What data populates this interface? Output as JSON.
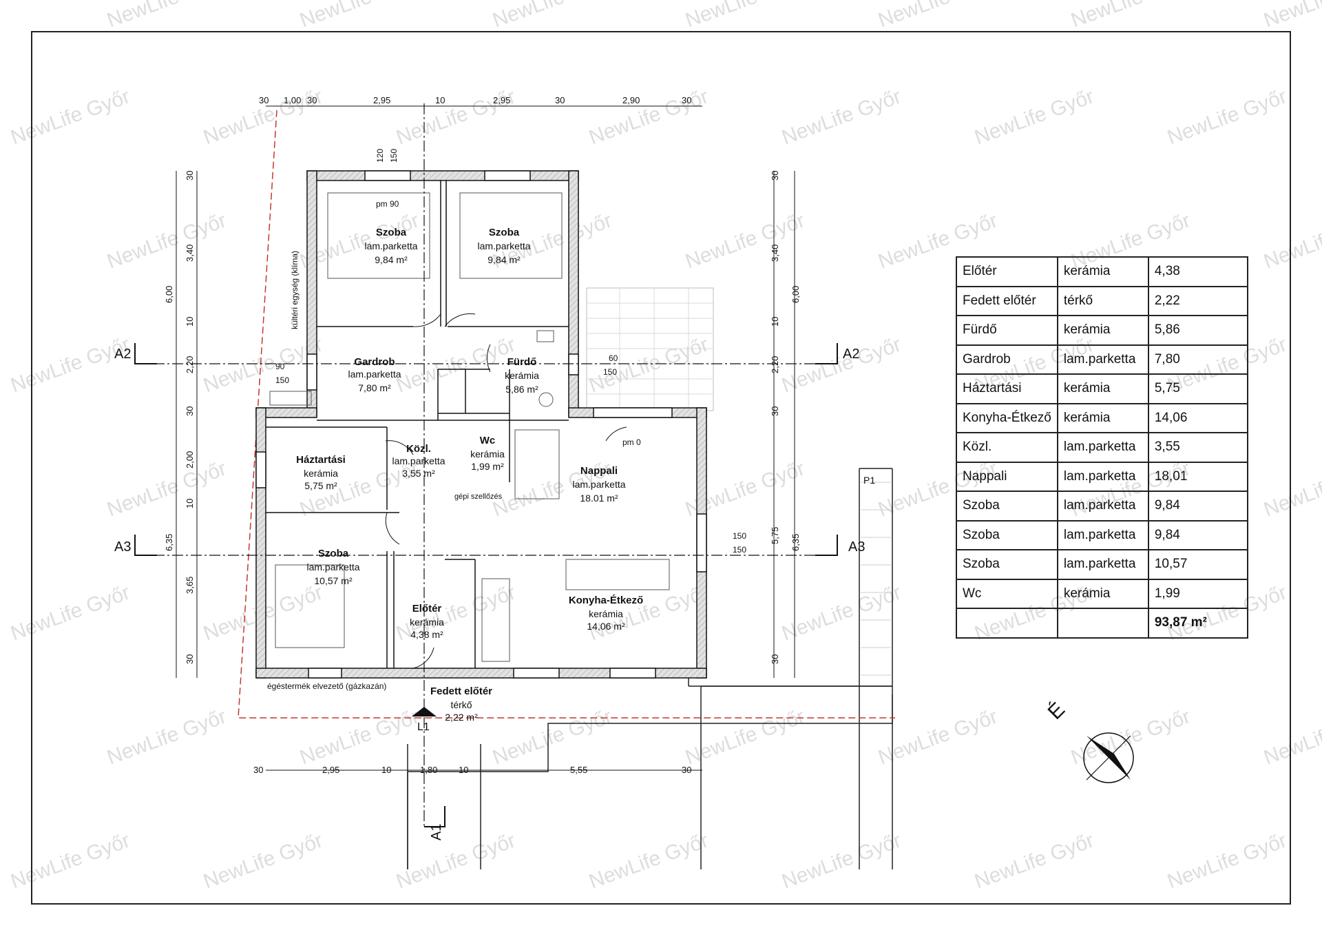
{
  "watermark": "NewLife Győr",
  "section_labels": [
    "A2",
    "A2",
    "A3",
    "A3",
    "A1",
    "P1",
    "L1"
  ],
  "north_label": "É",
  "rooms": [
    {
      "name": "Szoba",
      "floor": "lam.parketta",
      "area": "9,84 m²"
    },
    {
      "name": "Szoba",
      "floor": "lam.parketta",
      "area": "9,84 m²"
    },
    {
      "name": "Gardrob",
      "floor": "lam.parketta",
      "area": "7,80 m²"
    },
    {
      "name": "Fürdő",
      "floor": "kerámia",
      "area": "5,86 m²"
    },
    {
      "name": "Háztartási",
      "floor": "kerámia",
      "area": "5,75 m²"
    },
    {
      "name": "Közl.",
      "floor": "lam.parketta",
      "area": "3,55 m²"
    },
    {
      "name": "Wc",
      "floor": "kerámia",
      "area": "1,99 m²"
    },
    {
      "name": "Nappali",
      "floor": "lam.parketta",
      "area": "18.01 m²"
    },
    {
      "name": "Szoba",
      "floor": "lam.parketta",
      "area": "10,57 m²"
    },
    {
      "name": "Előtér",
      "floor": "kerámia",
      "area": "4,38 m²"
    },
    {
      "name": "Konyha-Étkező",
      "floor": "kerámia",
      "area": "14,06 m²"
    },
    {
      "name": "Fedett előtér",
      "floor": "térkő",
      "area": "2,22 m²"
    }
  ],
  "annotations": {
    "klima": "kültéri egység (klíma)",
    "gepi": "gépi szellőzés",
    "egestermek": "égéstermék elvezető (gázkazán)"
  },
  "dimensions_top": [
    "30",
    "1,00",
    "30",
    "2,95",
    "10",
    "2,95",
    "30",
    "2,90",
    "30"
  ],
  "dimensions_bottom": [
    "30",
    "2,95",
    "10",
    "1,80",
    "10",
    "5,55",
    "30"
  ],
  "dimensions_left_outer": [
    "6,00",
    "6,35"
  ],
  "dimensions_left_inner": [
    "30",
    "3,40",
    "10",
    "2,20",
    "30",
    "2,00",
    "10",
    "3,65",
    "30"
  ],
  "dimensions_right_outer": [
    "6,00",
    "6,35"
  ],
  "dimensions_right_inner": [
    "30",
    "3,40",
    "10",
    "2,20",
    "30",
    "5,75",
    "30"
  ],
  "window_labels": [
    "120",
    "150",
    "pm 90",
    "90",
    "150",
    "60",
    "150",
    "150",
    "150",
    "pm 0"
  ],
  "area_table": [
    {
      "room": "Előtér",
      "floor": "kerámia",
      "area": "4,38"
    },
    {
      "room": "Fedett előtér",
      "floor": "térkő",
      "area": "2,22"
    },
    {
      "room": "Fürdő",
      "floor": "kerámia",
      "area": "5,86"
    },
    {
      "room": "Gardrob",
      "floor": "lam.parketta",
      "area": "7,80"
    },
    {
      "room": "Háztartási",
      "floor": "kerámia",
      "area": "5,75"
    },
    {
      "room": "Konyha-Étkező",
      "floor": "kerámia",
      "area": "14,06"
    },
    {
      "room": "Közl.",
      "floor": "lam.parketta",
      "area": "3,55"
    },
    {
      "room": "Nappali",
      "floor": "lam.parketta",
      "area": "18,01"
    },
    {
      "room": "Szoba",
      "floor": "lam.parketta",
      "area": "9,84"
    },
    {
      "room": "Szoba",
      "floor": "lam.parketta",
      "area": "9,84"
    },
    {
      "room": "Szoba",
      "floor": "lam.parketta",
      "area": "10,57"
    },
    {
      "room": "Wc",
      "floor": "kerámia",
      "area": "1,99"
    }
  ],
  "area_total": "93,87 m²",
  "colors": {
    "wall": "#d0d0d0",
    "line": "#111111",
    "property_line": "#c0392b",
    "watermark": "#c8c8c8"
  }
}
